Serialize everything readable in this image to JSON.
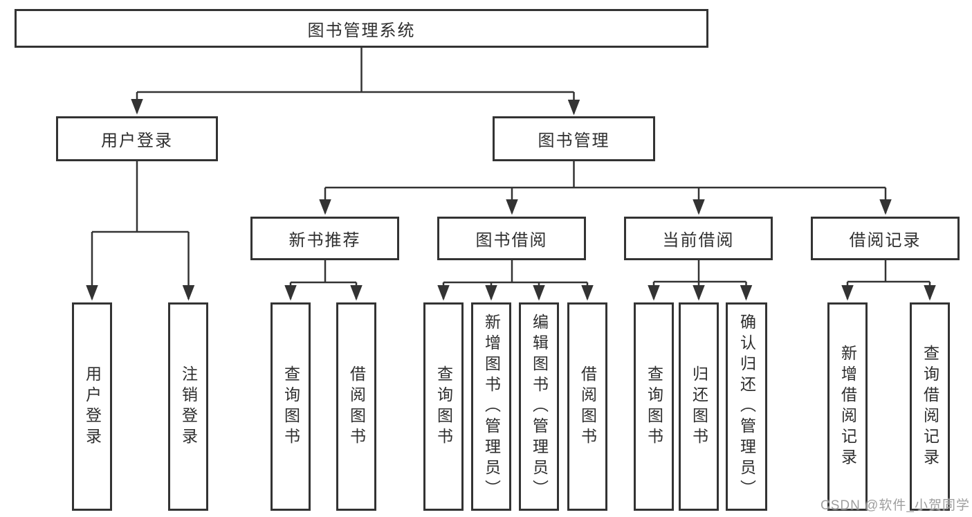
{
  "page": {
    "background": "#ffffff",
    "line_color": "#333333",
    "text_color": "#2e2e2e"
  },
  "watermark": {
    "text": "CSDN @软件_小贺同学"
  },
  "tree": {
    "root": {
      "label": "图书管理系统"
    },
    "level1": [
      {
        "id": "user-login",
        "label": "用户登录"
      },
      {
        "id": "book-management",
        "label": "图书管理"
      }
    ],
    "level2": [
      {
        "id": "new-book-recommend",
        "parent": "book-management",
        "label": "新书推荐"
      },
      {
        "id": "book-borrow",
        "parent": "book-management",
        "label": "图书借阅"
      },
      {
        "id": "current-borrow",
        "parent": "book-management",
        "label": "当前借阅"
      },
      {
        "id": "borrow-records",
        "parent": "book-management",
        "label": "借阅记录"
      }
    ],
    "leaves": [
      {
        "parent": "user-login",
        "label": "用户登录"
      },
      {
        "parent": "user-login",
        "label": "注销登录"
      },
      {
        "parent": "new-book-recommend",
        "label": "查询图书"
      },
      {
        "parent": "new-book-recommend",
        "label": "借阅图书"
      },
      {
        "parent": "book-borrow",
        "label": "查询图书"
      },
      {
        "parent": "book-borrow",
        "label": "新增图书（管理员）"
      },
      {
        "parent": "book-borrow",
        "label": "编辑图书（管理员）"
      },
      {
        "parent": "book-borrow",
        "label": "借阅图书"
      },
      {
        "parent": "current-borrow",
        "label": "查询图书"
      },
      {
        "parent": "current-borrow",
        "label": "归还图书"
      },
      {
        "parent": "current-borrow",
        "label": "确认归还（管理员）"
      },
      {
        "parent": "borrow-records",
        "label": "新增借阅记录"
      },
      {
        "parent": "borrow-records",
        "label": "查询借阅记录"
      }
    ]
  }
}
